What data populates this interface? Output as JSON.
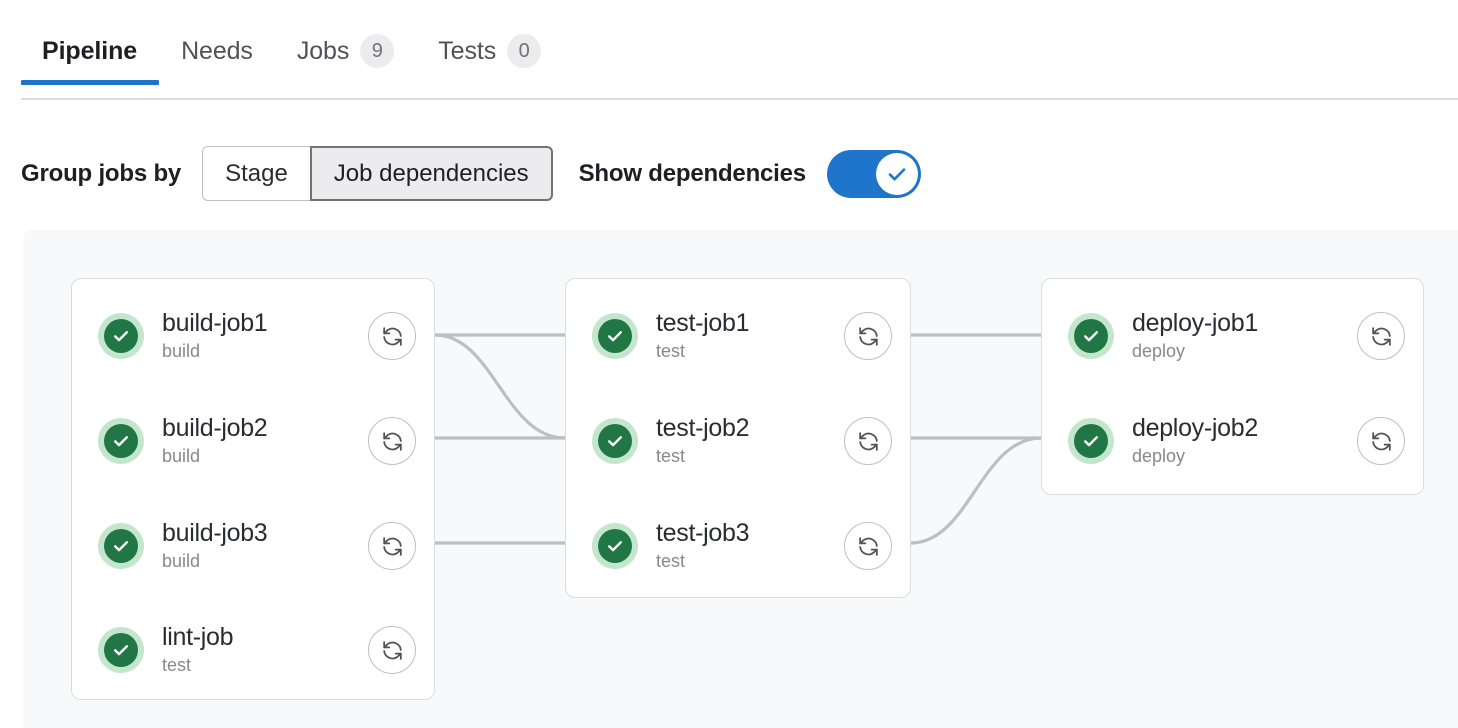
{
  "colors": {
    "accent_blue": "#1f75cb",
    "status_green": "#217645",
    "status_green_ring": "#c3e6cd",
    "canvas_bg": "#f8f9fb",
    "link_gray": "#bfbfc3",
    "badge_bg": "#ececef",
    "muted_text": "#89888d"
  },
  "tabs": [
    {
      "label": "Pipeline",
      "badge": null,
      "active": true
    },
    {
      "label": "Needs",
      "badge": null,
      "active": false
    },
    {
      "label": "Jobs",
      "badge": "9",
      "active": false
    },
    {
      "label": "Tests",
      "badge": "0",
      "active": false
    }
  ],
  "controls": {
    "group_label": "Group jobs by",
    "segments": [
      {
        "label": "Stage",
        "selected": false
      },
      {
        "label": "Job dependencies",
        "selected": true
      }
    ],
    "show_dependencies_label": "Show dependencies",
    "show_dependencies_on": true,
    "toggle_icon": "check-icon"
  },
  "graph": {
    "columns": [
      {
        "name": "build-column",
        "jobs": [
          {
            "name": "build-job1",
            "stage": "build",
            "status": "success",
            "status_icon": "status-success-icon",
            "action_icon": "retry-icon"
          },
          {
            "name": "build-job2",
            "stage": "build",
            "status": "success",
            "status_icon": "status-success-icon",
            "action_icon": "retry-icon"
          },
          {
            "name": "build-job3",
            "stage": "build",
            "status": "success",
            "status_icon": "status-success-icon",
            "action_icon": "retry-icon"
          },
          {
            "name": "lint-job",
            "stage": "test",
            "status": "success",
            "status_icon": "status-success-icon",
            "action_icon": "retry-icon"
          }
        ]
      },
      {
        "name": "test-column",
        "jobs": [
          {
            "name": "test-job1",
            "stage": "test",
            "status": "success",
            "status_icon": "status-success-icon",
            "action_icon": "retry-icon"
          },
          {
            "name": "test-job2",
            "stage": "test",
            "status": "success",
            "status_icon": "status-success-icon",
            "action_icon": "retry-icon"
          },
          {
            "name": "test-job3",
            "stage": "test",
            "status": "success",
            "status_icon": "status-success-icon",
            "action_icon": "retry-icon"
          }
        ]
      },
      {
        "name": "deploy-column",
        "jobs": [
          {
            "name": "deploy-job1",
            "stage": "deploy",
            "status": "success",
            "status_icon": "status-success-icon",
            "action_icon": "retry-icon"
          },
          {
            "name": "deploy-job2",
            "stage": "deploy",
            "status": "success",
            "status_icon": "status-success-icon",
            "action_icon": "retry-icon"
          }
        ]
      }
    ]
  }
}
